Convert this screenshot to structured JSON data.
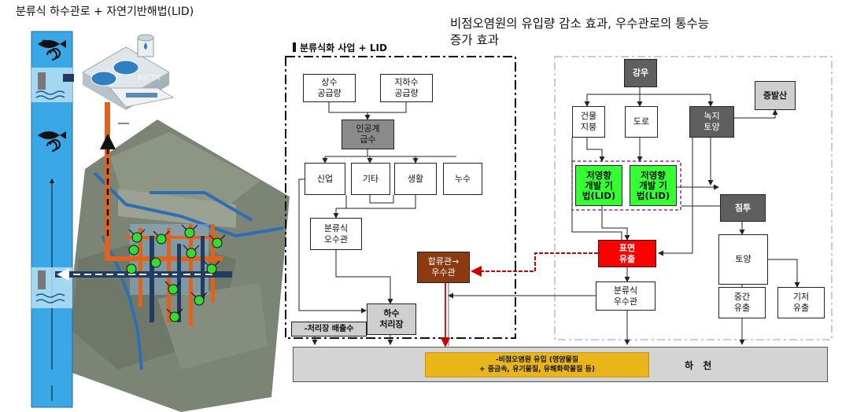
{
  "titles": {
    "left": "분류식 하수관로 + 자연기반해법(LID)",
    "right_line1": "비점오염원의 유입량 감소 효과, 우수관로의 통수능",
    "right_line2": "증가 효과"
  },
  "watermark": "KICTA",
  "left_section": {
    "label": "분류식화 사업 + LID",
    "water_supply": "상수\n공급량",
    "groundwater": "지하수\n공급량",
    "artificial_supply": "인공계\n급수",
    "industry": "신업",
    "other": "기타",
    "domestic": "생활",
    "leakage": "누수",
    "separate_sewer": "분류식\n오수관",
    "combined_to_storm": "합류관→\n우수관",
    "treatment_plant": "하수\n처리장",
    "treatment_discharge": "-처리장 배출수"
  },
  "right_section": {
    "rainfall": "강우",
    "evaporation": "증발산",
    "building_roof": "건물\n지붕",
    "road": "도로",
    "green_land": "녹지\n토양",
    "lid1": "저영향\n개발 기\n법(LID)",
    "lid2": "저영향\n개발 기\n법(LID)",
    "infiltration": "침투",
    "surface_runoff": "표면\n유출",
    "soil": "토양",
    "storm_sewer": "분류식\n우수관",
    "interflow": "중간\n유출",
    "baseflow": "기저\n유출"
  },
  "river": {
    "label": "하 천",
    "nps_inflow": "-비점오염원 유입 (영양물질\n+ 중금속, 유기물질, 유해화학물질 등)"
  },
  "colors": {
    "river_blue": "#3aa8e6",
    "pipe_orange": "#e0621c",
    "pipe_navy": "#1f3d63",
    "lid_green": "#33ff33",
    "surface_red": "#ff0000",
    "combined_brown": "#8b3a12",
    "nps_yellow": "#e8b51a"
  }
}
